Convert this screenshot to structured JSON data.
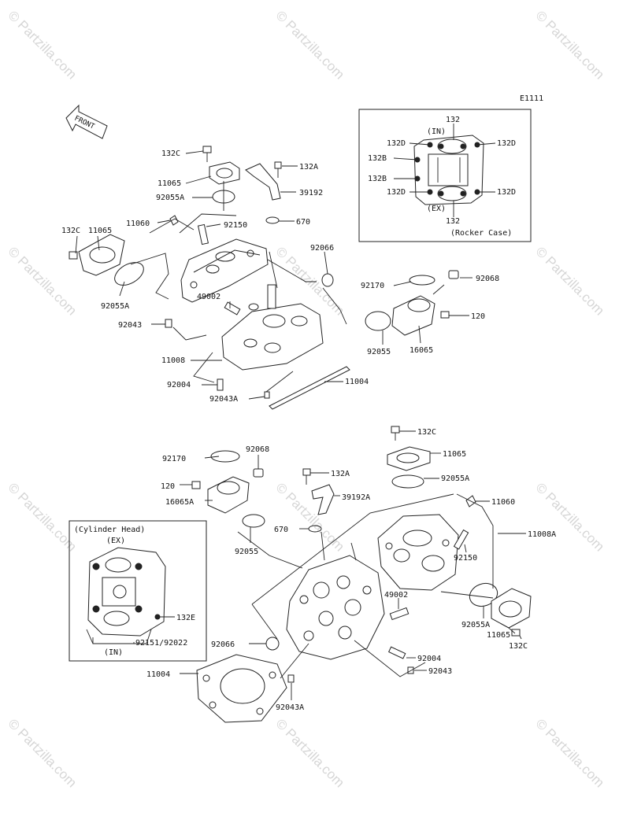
{
  "diagram": {
    "code": "E1111",
    "front_label": "FRONT",
    "watermark": "© Partzilla.com",
    "inset_rocker": {
      "title": "(Rocker Case)",
      "in": "(IN)",
      "ex": "(EX)"
    },
    "inset_head": {
      "title": "(Cylinder Head)",
      "ex": "(EX)",
      "in": "(IN)"
    },
    "labels": {
      "u_132C": "132C",
      "u_11065": "11065",
      "u_92055A": "92055A",
      "u_132A": "132A",
      "u_39192": "39192",
      "u_11060": "11060",
      "u_92150": "92150",
      "u_670": "670",
      "u_132C_l": "132C",
      "u_11065_l": "11065",
      "u_92055A_l": "92055A",
      "u_92066": "92066",
      "u_49002": "49002",
      "u_92043": "92043",
      "u_11008": "11008",
      "u_92004": "92004",
      "u_92043A": "92043A",
      "u_11004": "11004",
      "u_92170": "92170",
      "u_92068": "92068",
      "u_120": "120",
      "u_92055": "92055",
      "u_16065": "16065",
      "r_132_top": "132",
      "r_132D_1": "132D",
      "r_132D_2": "132D",
      "r_132B_1": "132B",
      "r_132B_2": "132B",
      "r_132D_3": "132D",
      "r_132D_4": "132D",
      "r_132_bot": "132",
      "l_132C": "132C",
      "l_11065": "11065",
      "l_92055A": "92055A",
      "l_11060": "11060",
      "l_11008A": "11008A",
      "l_92150": "92150",
      "l_92170": "92170",
      "l_92068": "92068",
      "l_120": "120",
      "l_16065A": "16065A",
      "l_132A": "132A",
      "l_39192A": "39192A",
      "l_670": "670",
      "l_92055": "92055",
      "l_49002": "49002",
      "l_92055A_r": "92055A",
      "l_11065_r": "11065",
      "l_132C_r": "132C",
      "l_92066": "92066",
      "l_92004": "92004",
      "l_92043": "92043",
      "l_11004": "11004",
      "l_92043A": "92043A",
      "h_132E": "132E",
      "h_92151": "92151/92022"
    }
  }
}
